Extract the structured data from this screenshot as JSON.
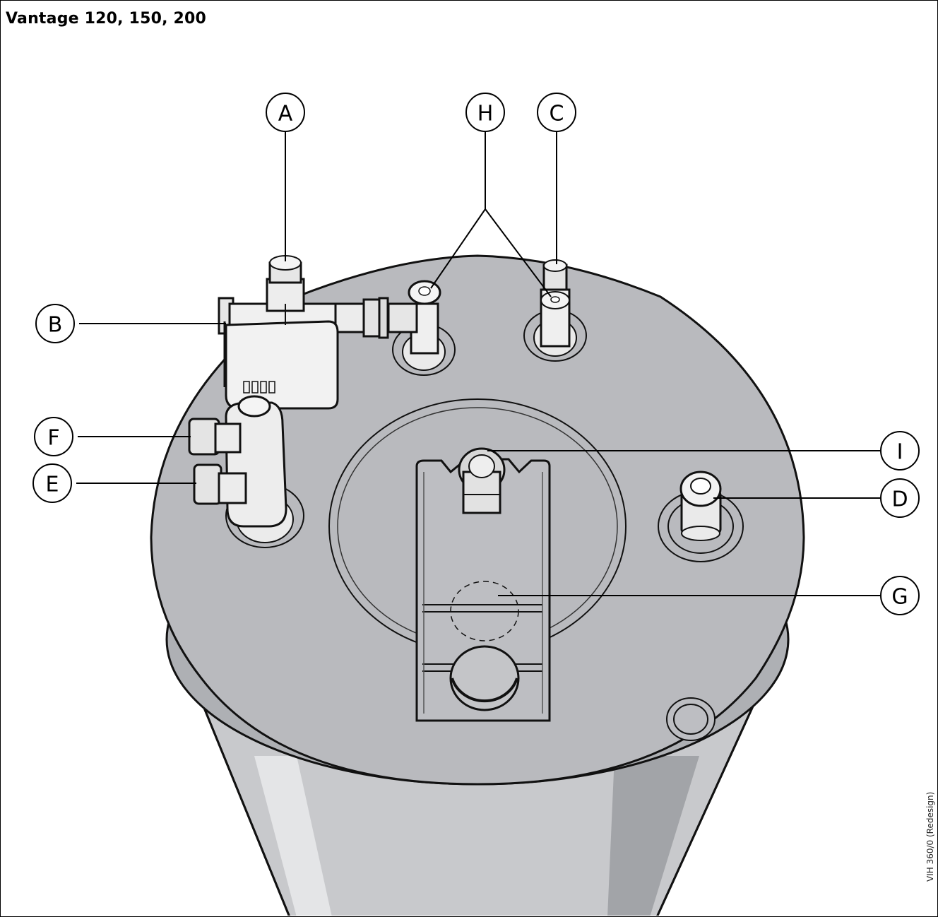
{
  "title": "Vantage 120, 150, 200",
  "credit": "VIH 360/0 (Redesign)",
  "callouts": {
    "A": "A",
    "B": "B",
    "C": "C",
    "D": "D",
    "E": "E",
    "F": "F",
    "G": "G",
    "H": "H",
    "I": "I"
  },
  "colors": {
    "lid": "#b9babe",
    "body": "#c7c8cb",
    "body_dark": "#9a9ca0",
    "component": "#eeeeee",
    "line": "#111111"
  }
}
